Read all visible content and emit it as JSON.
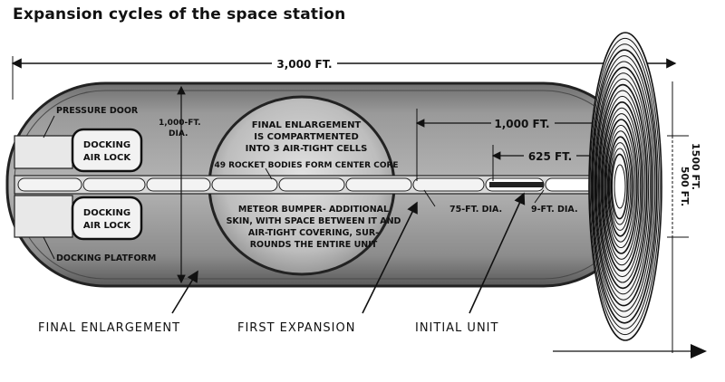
{
  "title": "Expansion cycles of the space station",
  "labels": {
    "overall_length": "3,000 FT.",
    "diameter_line1": "1,000-FT.",
    "diameter_line2": "DIA.",
    "pressure_door": "PRESSURE DOOR",
    "docking_top_1": "DOCKING",
    "docking_top_2": "AIR LOCK",
    "docking_bottom_1": "DOCKING",
    "docking_bottom_2": "AIR LOCK",
    "docking_platform": "DOCKING PLATFORM",
    "final_note_1": "FINAL ENLARGEMENT",
    "final_note_2": "IS COMPARTMENTED",
    "final_note_3": "INTO 3 AIR-TIGHT CELLS",
    "core_note": "49 ROCKET BODIES FORM CENTER CORE",
    "meteor_1": "METEOR BUMPER- ADDITIONAL",
    "meteor_2": "SKIN, WITH SPACE BETWEEN IT AND",
    "meteor_3": "AIR-TIGHT COVERING, SUR-",
    "meteor_4": "ROUNDS THE ENTIRE UNIT",
    "len_1000": "1,000 FT.",
    "len_625": "625 FT.",
    "dia_75": "75-FT. DIA.",
    "dia_9": "9-FT. DIA.",
    "disc_1500": "1500 FT.",
    "disc_500": "500 FT."
  },
  "captions": {
    "final": "FINAL ENLARGEMENT",
    "first": "FIRST EXPANSION",
    "initial": "INITIAL UNIT"
  },
  "colors": {
    "hull": "#8a8a8a",
    "hull_dark": "#3a3a3a",
    "ink": "#111111",
    "panel": "#ececec"
  }
}
